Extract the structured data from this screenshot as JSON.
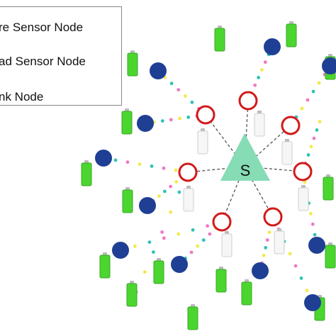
{
  "legend": {
    "items": [
      {
        "label": "re Sensor Node"
      },
      {
        "label": "ad Sensor Node"
      },
      {
        "label": "nk Node"
      }
    ]
  },
  "sink": {
    "label": "S"
  },
  "colors": {
    "active_node": "#1f3f94",
    "dead_node": "#d21a1a",
    "sink": "#86dcb5",
    "battery_full": "#4bd62f",
    "battery_empty": "#f6f6f6",
    "dot_pink": "#ef78c4",
    "dot_yellow": "#f2ea4c",
    "dot_teal": "#2fc2b6",
    "link": "#555555"
  }
}
